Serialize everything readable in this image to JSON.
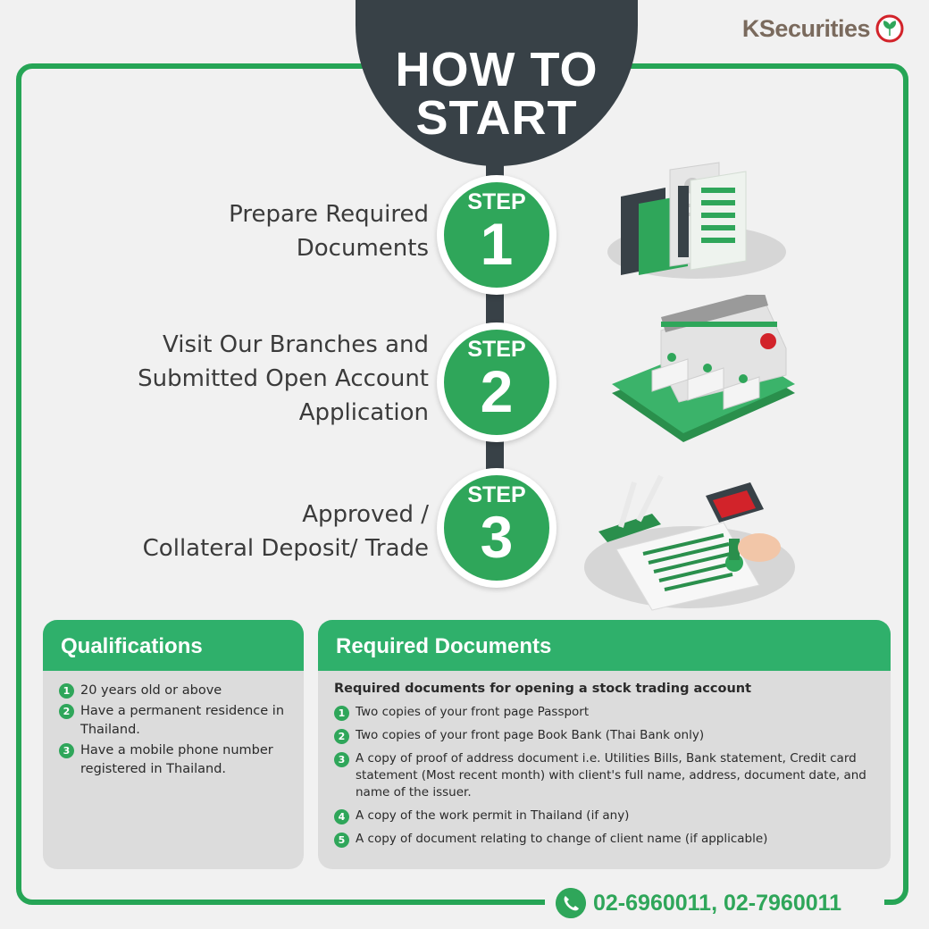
{
  "brand": {
    "logo_text": "KSecurities"
  },
  "header": {
    "line1": "HOW TO",
    "line2": "START"
  },
  "steps": [
    {
      "label": "STEP",
      "number": "1",
      "lines": [
        "Prepare Required",
        "Documents"
      ]
    },
    {
      "label": "STEP",
      "number": "2",
      "lines": [
        "Visit Our Branches and",
        "Submitted Open Account",
        "Application"
      ]
    },
    {
      "label": "STEP",
      "number": "3",
      "lines": [
        "Approved /",
        "Collateral Deposit/ Trade"
      ]
    }
  ],
  "qualifications": {
    "title": "Qualifications",
    "items": [
      {
        "num": "1",
        "text": "20 years old or above"
      },
      {
        "num": "2",
        "text": "Have a permanent residence in Thailand."
      },
      {
        "num": "3",
        "text": "Have a mobile phone number registered in Thailand."
      }
    ]
  },
  "required_documents": {
    "title": "Required Documents",
    "subtitle": "Required documents for opening a stock trading account",
    "items": [
      {
        "num": "1",
        "text": "Two copies of your front page Passport"
      },
      {
        "num": "2",
        "text": "Two copies of your front page Book Bank (Thai Bank only)"
      },
      {
        "num": "3",
        "text": "A copy of proof of address document i.e. Utilities Bills, Bank statement, Credit card statement (Most recent month) with client's full name, address, document date, and name of the issuer."
      },
      {
        "num": "4",
        "text": "A copy of the work permit in Thailand (if any)"
      },
      {
        "num": "5",
        "text": "A copy of document relating to change of client name (if applicable)"
      }
    ]
  },
  "contact": {
    "phone": "02-6960011, 02-7960011"
  },
  "colors": {
    "green": "#2fa65a",
    "dark": "#384147",
    "panel": "#dcdcdc"
  }
}
